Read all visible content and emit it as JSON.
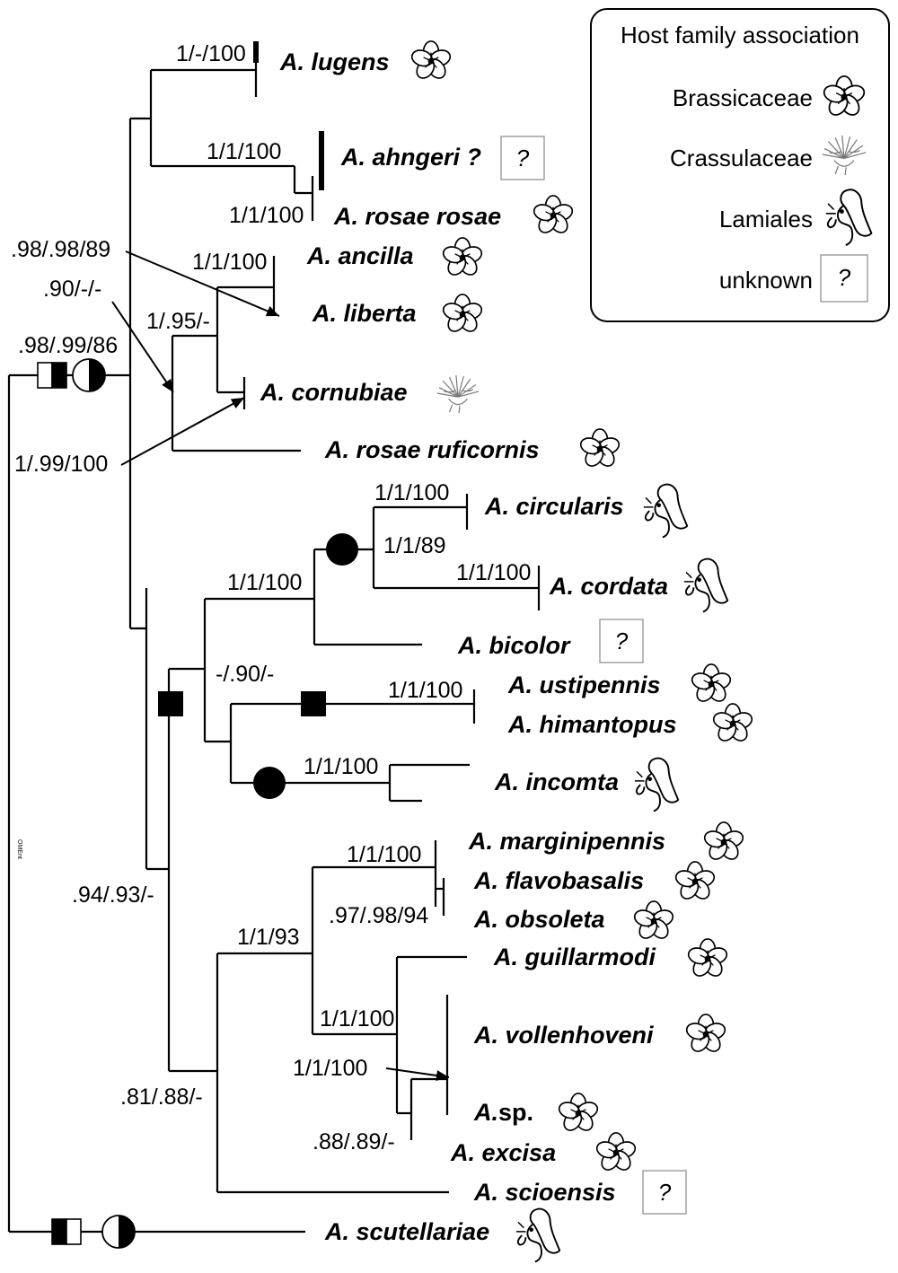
{
  "legend": {
    "title": "Host family association",
    "items": [
      {
        "label": "Brassicaceae",
        "icon": "brassicaceae-flower-icon"
      },
      {
        "label": "Crassulaceae",
        "icon": "crassulaceae-flower-icon"
      },
      {
        "label": "Lamiales",
        "icon": "lamiales-flower-icon"
      },
      {
        "label": "unknown",
        "icon": "unknown-host-icon",
        "symbol": "?"
      }
    ]
  },
  "taxa": [
    {
      "pre": "A. lugens",
      "post": "",
      "host": "brassicaceae"
    },
    {
      "pre": "A. ahngeri ?",
      "post": "",
      "host": "unknown"
    },
    {
      "pre": "A. rosae rosae",
      "post": "",
      "host": "brassicaceae"
    },
    {
      "pre": "A. ancilla",
      "post": "",
      "host": "brassicaceae"
    },
    {
      "pre": "A. liberta",
      "post": "",
      "host": "brassicaceae"
    },
    {
      "pre": "A. cornubiae",
      "post": "",
      "host": "crassulaceae"
    },
    {
      "pre": "A. rosae ruficornis",
      "post": "",
      "host": "brassicaceae"
    },
    {
      "pre": "A. circularis",
      "post": "",
      "host": "lamiales"
    },
    {
      "pre": "A. cordata",
      "post": "",
      "host": "lamiales"
    },
    {
      "pre": "A. bicolor",
      "post": "",
      "host": "unknown"
    },
    {
      "pre": "A. ustipennis",
      "post": "",
      "host": "brassicaceae"
    },
    {
      "pre": "A. himantopus",
      "post": "",
      "host": "brassicaceae"
    },
    {
      "pre": "A. incomta",
      "post": "",
      "host": "lamiales"
    },
    {
      "pre": "A. marginipennis",
      "post": "",
      "host": "brassicaceae"
    },
    {
      "pre": "A. flavobasalis",
      "post": "",
      "host": "brassicaceae"
    },
    {
      "pre": "A. obsoleta",
      "post": "",
      "host": "brassicaceae"
    },
    {
      "pre": "A. guillarmodi",
      "post": "",
      "host": "brassicaceae"
    },
    {
      "pre": "A. vollenhoveni",
      "post": "",
      "host": "brassicaceae"
    },
    {
      "pre": "A.",
      "post": "sp.",
      "host": "brassicaceae"
    },
    {
      "pre": "A. excisa",
      "post": "",
      "host": "brassicaceae"
    },
    {
      "pre": "A. scioensis",
      "post": "",
      "host": "unknown"
    },
    {
      "pre": "A. scutellariae",
      "post": "",
      "host": "lamiales"
    }
  ],
  "supports": [
    "1/-/100",
    "1/1/100",
    "1/1/100",
    "1/1/100",
    ".98/.98/89",
    ".90/-/-",
    "1/.95/-",
    ".98/.99/86",
    "1/.99/100",
    "1/1/100",
    "1/1/89",
    "1/1/100",
    "1/1/100",
    "-/.90/-",
    "1/1/100",
    "1/1/100",
    "1/1/100",
    ".97/.98/94",
    "1/1/93",
    "1/1/100",
    "1/1/100",
    ".88/.89/-",
    ".94/.93/-",
    ".81/.88/-"
  ],
  "unknown_symbol": "?",
  "watermark": "OMEnt"
}
